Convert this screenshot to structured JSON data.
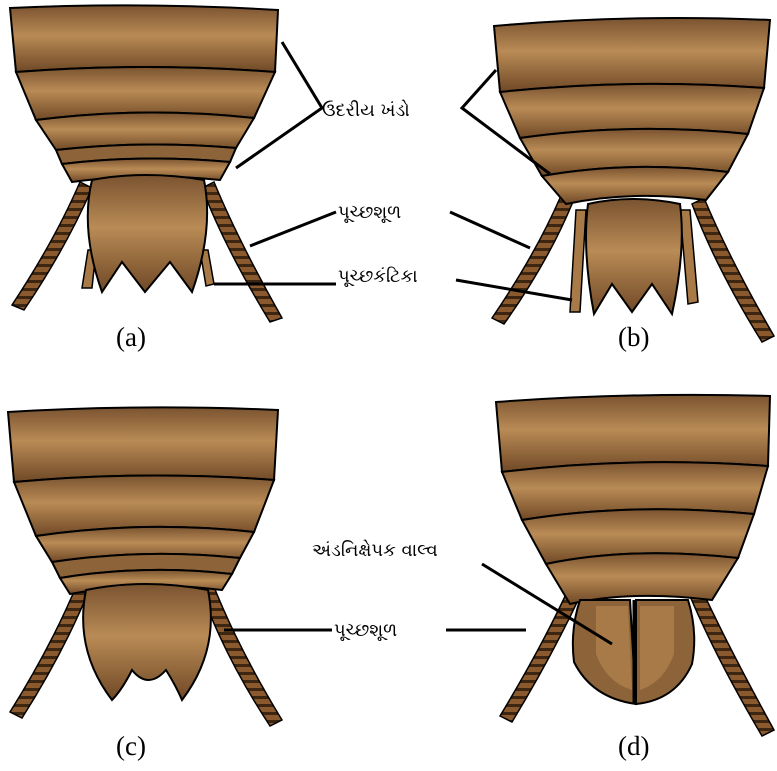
{
  "figures": {
    "a": {
      "caption": "(a)"
    },
    "b": {
      "caption": "(b)"
    },
    "c": {
      "caption": "(c)"
    },
    "d": {
      "caption": "(d)"
    }
  },
  "labels": {
    "abdominal_segments": "ઉદરીય ખંડો",
    "cerci_ab": "પૂચ્છશૂળ",
    "styles": "પૂચ્છકંટિકા",
    "ovipositor_valve": "અંડનિક્ષેપક વાલ્વ",
    "cerci_c": "પૂચ્છશૂળ"
  },
  "colors": {
    "segment_fill": "#a87a47",
    "segment_light": "#c89b63",
    "segment_dark": "#6b4524",
    "outline": "#000000",
    "cercus_fill": "#8a5a2e"
  }
}
